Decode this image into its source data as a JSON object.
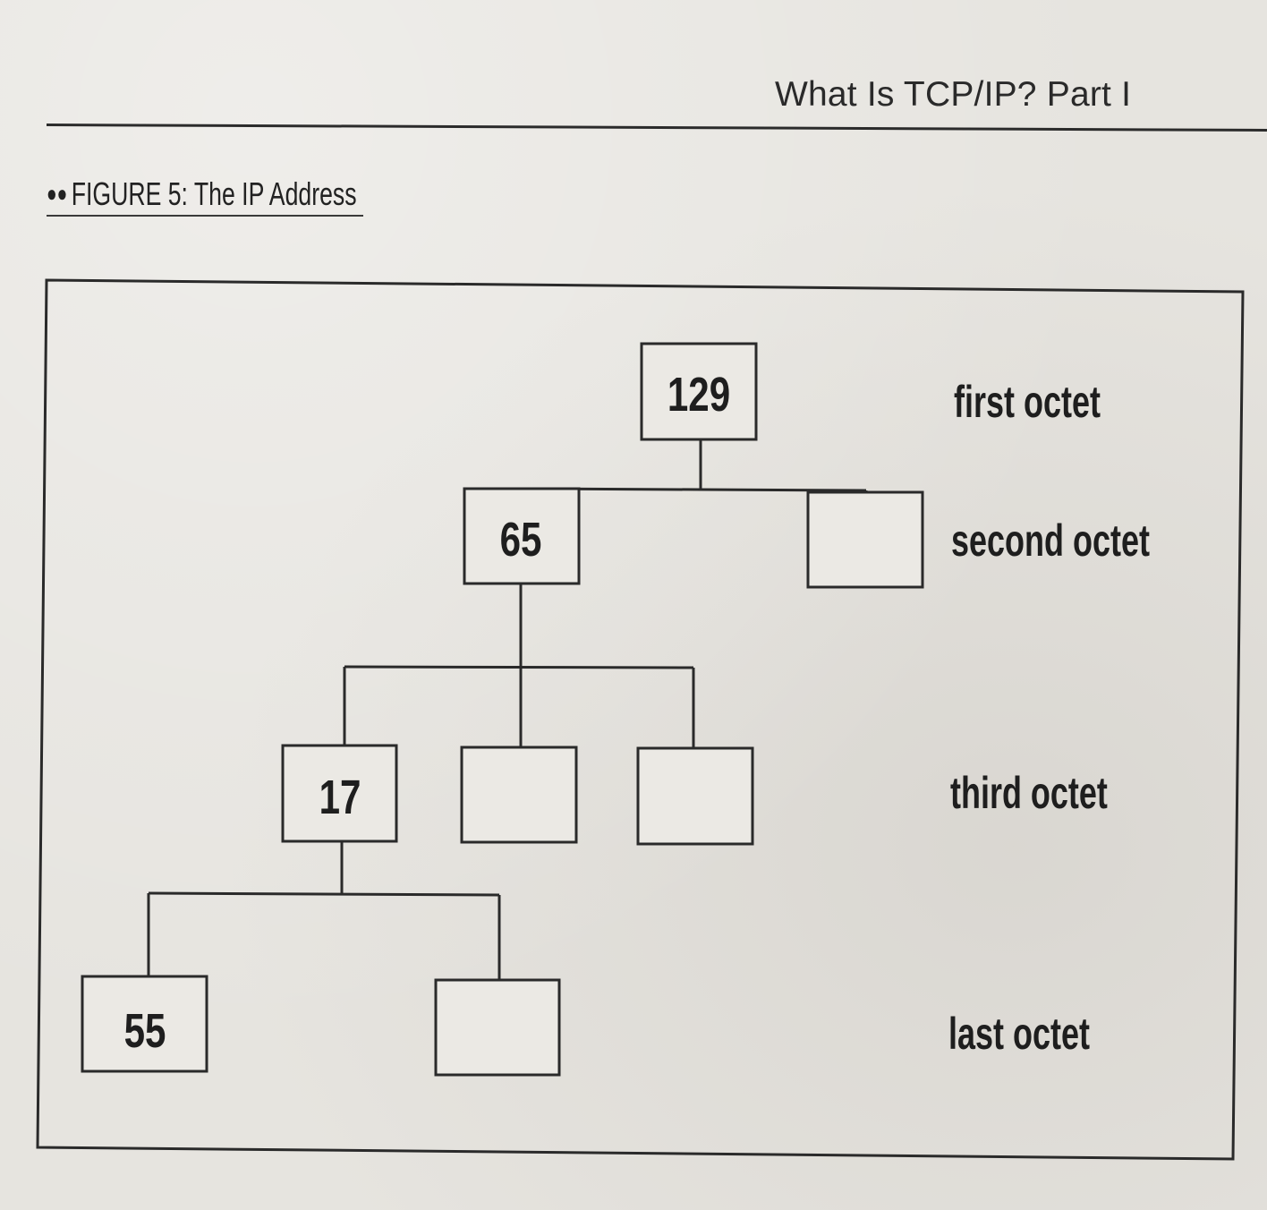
{
  "header": {
    "title": "What Is TCP/IP? Part I"
  },
  "figure": {
    "bullets": "●●",
    "caption": "FIGURE 5: The IP Address"
  },
  "diagram": {
    "nodes": {
      "first_octet": "129",
      "second_octet_a": "65",
      "second_octet_b": "",
      "third_octet_a": "17",
      "third_octet_b": "",
      "third_octet_c": "",
      "last_octet_a": "55",
      "last_octet_b": ""
    },
    "levels": {
      "first": "first octet",
      "second": "second octet",
      "third": "third octet",
      "last": "last octet"
    }
  }
}
